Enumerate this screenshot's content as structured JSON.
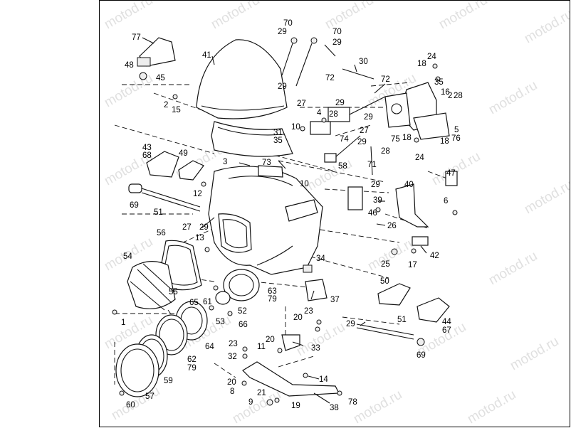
{
  "watermark": "motod.ru",
  "callouts": {
    "c1": "1",
    "c2": "2",
    "c3": "3",
    "c4": "4",
    "c5": "5",
    "c6": "6",
    "c8": "8",
    "c9": "9",
    "c10a": "10",
    "c10b": "10",
    "c11": "11",
    "c12": "12",
    "c13": "13",
    "c14": "14",
    "c15": "15",
    "c16": "16",
    "c17": "17",
    "c18a": "18",
    "c18b": "18",
    "c18c": "18",
    "c19": "19",
    "c20a": "20",
    "c20b": "20",
    "c20c": "20",
    "c21": "21",
    "c23a": "23",
    "c23b": "23",
    "c24a": "24",
    "c24b": "24",
    "c25": "25",
    "c26": "26",
    "c27a": "27",
    "c27b": "27",
    "c27c": "27",
    "c28a": "28",
    "c28b": "28",
    "c28c": "28",
    "c29a": "29",
    "c29b": "29",
    "c29c": "29",
    "c29d": "29",
    "c29e": "29",
    "c29f": "29",
    "c29g": "29",
    "c29h": "29",
    "c29i": "29",
    "c30": "30",
    "c31": "31",
    "c32": "32",
    "c33": "33",
    "c34": "34",
    "c35a": "35",
    "c35b": "35",
    "c37": "37",
    "c38": "38",
    "c39": "39",
    "c40": "40",
    "c41": "41",
    "c42": "42",
    "c43": "43",
    "c44": "44",
    "c45": "45",
    "c46": "46",
    "c47": "47",
    "c48": "48",
    "c49": "49",
    "c50": "50",
    "c51a": "51",
    "c51b": "51",
    "c52": "52",
    "c53": "53",
    "c54": "54",
    "c55": "55",
    "c56": "56",
    "c57": "57",
    "c58": "58",
    "c59": "59",
    "c60": "60",
    "c61": "61",
    "c62": "62",
    "c63": "63",
    "c64": "64",
    "c65": "65",
    "c66": "66",
    "c67": "67",
    "c68": "68",
    "c69a": "69",
    "c69b": "69",
    "c70a": "70",
    "c70b": "70",
    "c71": "71",
    "c72a": "72",
    "c72b": "72",
    "c73": "73",
    "c74": "74",
    "c75": "75",
    "c76": "76",
    "c77": "77",
    "c78": "78",
    "c79a": "79",
    "c79b": "79"
  }
}
